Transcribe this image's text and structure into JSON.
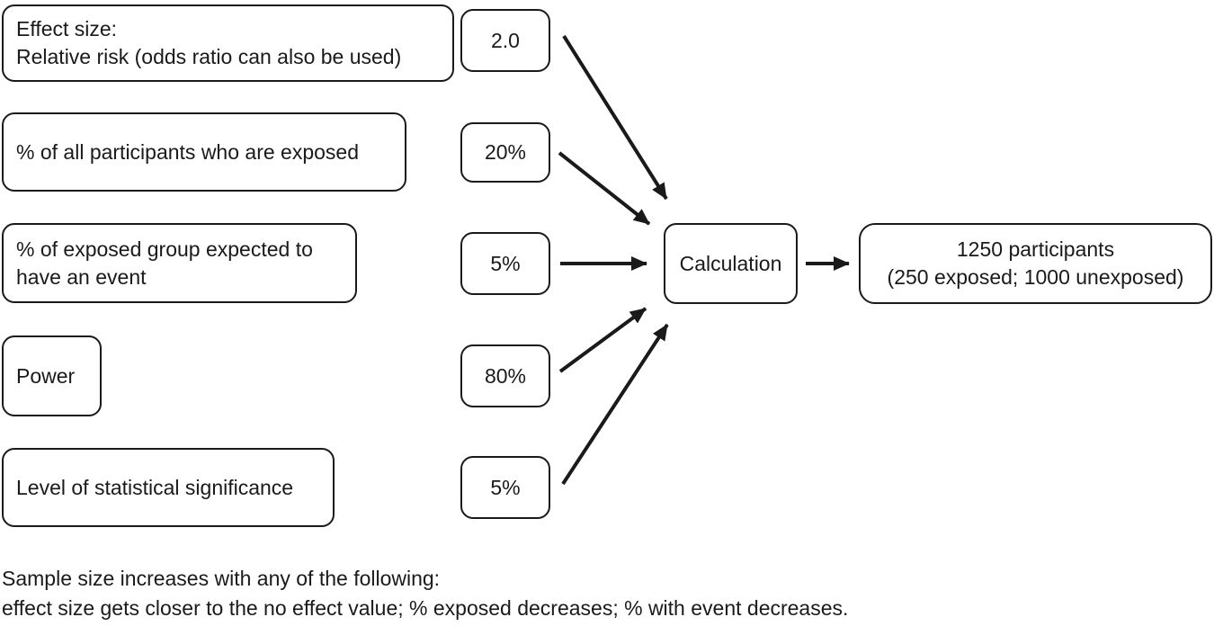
{
  "colors": {
    "ink": "#1a1a1a",
    "background": "#ffffff"
  },
  "flow": {
    "inputs": [
      {
        "label": "Effect size:\nRelative risk (odds ratio can also be used)",
        "value": "2.0"
      },
      {
        "label": "% of all participants who are exposed",
        "value": "20%"
      },
      {
        "label": "% of exposed group expected to\nhave an event",
        "value": "5%"
      },
      {
        "label": "Power",
        "value": "80%"
      },
      {
        "label": "Level of statistical significance",
        "value": "5%"
      }
    ],
    "process": {
      "label": "Calculation"
    },
    "result": {
      "label": "1250 participants\n(250 exposed; 1000 unexposed)"
    }
  },
  "note": {
    "text": "Sample size increases with any of the following:\neffect size gets closer to the no effect value; % exposed decreases; % with event decreases."
  }
}
